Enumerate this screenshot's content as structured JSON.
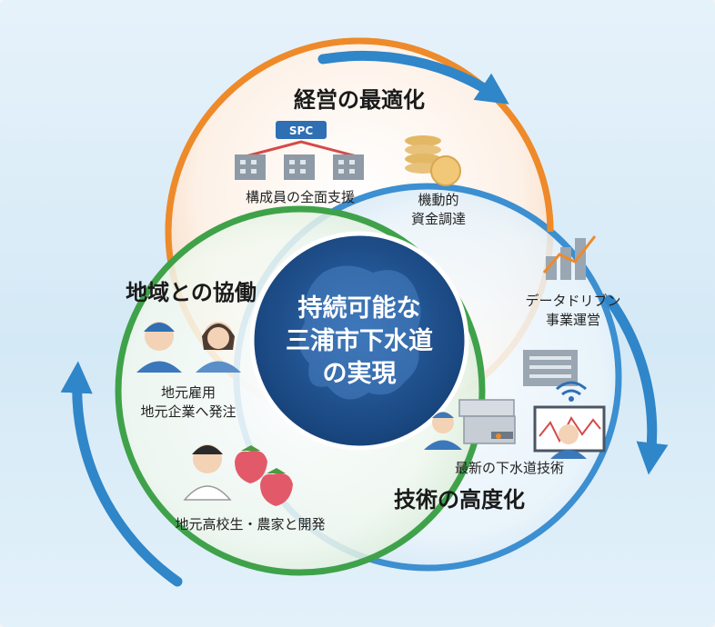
{
  "colors": {
    "orange": "#ee8a2a",
    "green": "#3fa24a",
    "blue": "#3c8fd0",
    "arrow": "#2f86c9",
    "center": "#1f4f8c"
  },
  "top": {
    "title": "経営の最適化",
    "spc": "SPC",
    "members_label": "構成員の全面支援",
    "finance_line1": "機動的",
    "finance_line2": "資金調達"
  },
  "left": {
    "title": "地域との協働",
    "employ_line1": "地元雇用",
    "employ_line2": "地元企業へ発注",
    "develop_label": "地元高校生・農家と開発"
  },
  "right": {
    "data_line1": "データドリブン",
    "data_line2": "事業運営",
    "tech_label": "最新の下水道技術",
    "title": "技術の高度化"
  },
  "center": {
    "line1": "持続可能な",
    "line2": "三浦市下水道",
    "line3": "の実現"
  }
}
